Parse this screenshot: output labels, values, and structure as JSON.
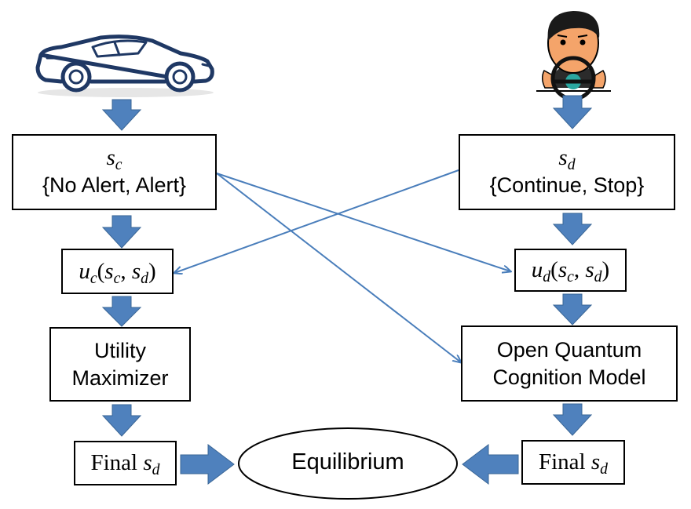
{
  "state_car": {
    "variable": "s",
    "subscript": "c",
    "options": "{No Alert, Alert}"
  },
  "state_driver": {
    "variable": "s",
    "subscript": "d",
    "options": "{Continue, Stop}"
  },
  "utility_car": {
    "u": "u",
    "u_sub": "c",
    "arg1": "s",
    "arg1_sub": "c",
    "arg2": "s",
    "arg2_sub": "d"
  },
  "utility_driver": {
    "u": "u",
    "u_sub": "d",
    "arg1": "s",
    "arg1_sub": "c",
    "arg2": "s",
    "arg2_sub": "d"
  },
  "utility_maximizer": {
    "line1": "Utility",
    "line2": "Maximizer"
  },
  "quantum_model": {
    "line1": "Open Quantum",
    "line2": "Cognition Model"
  },
  "final_left": {
    "word": "Final",
    "variable": "s",
    "subscript": "d"
  },
  "final_right": {
    "word": "Final",
    "variable": "s",
    "subscript": "d"
  },
  "equilibrium": "Equilibrium",
  "colors": {
    "arrow_fill": "#4f81bd",
    "arrow_stroke": "#3a6696",
    "connector": "#4a7ebb",
    "box_border": "#000000"
  },
  "icons": [
    "car-icon",
    "driver-icon"
  ]
}
